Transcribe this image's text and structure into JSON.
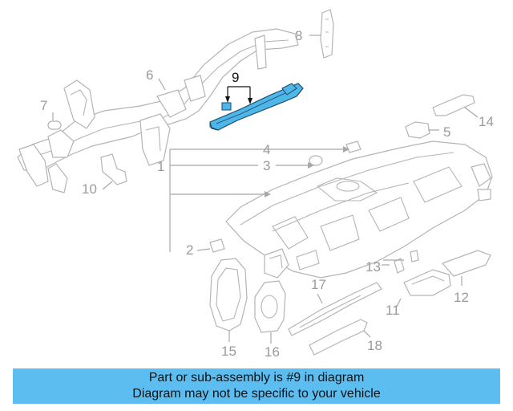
{
  "diagram": {
    "callouts": [
      "1",
      "2",
      "3",
      "4",
      "5",
      "6",
      "7",
      "8",
      "9",
      "10",
      "11",
      "12",
      "13",
      "14",
      "15",
      "16",
      "17",
      "18"
    ],
    "highlighted_part": "9",
    "highlight_color": "#4fb6ea",
    "line_color": "#a8a8a8"
  },
  "banner": {
    "line1": "Part or sub-assembly is #9 in diagram",
    "line2": "Diagram may not be specific to your vehicle",
    "background": "#5bbdf0"
  }
}
